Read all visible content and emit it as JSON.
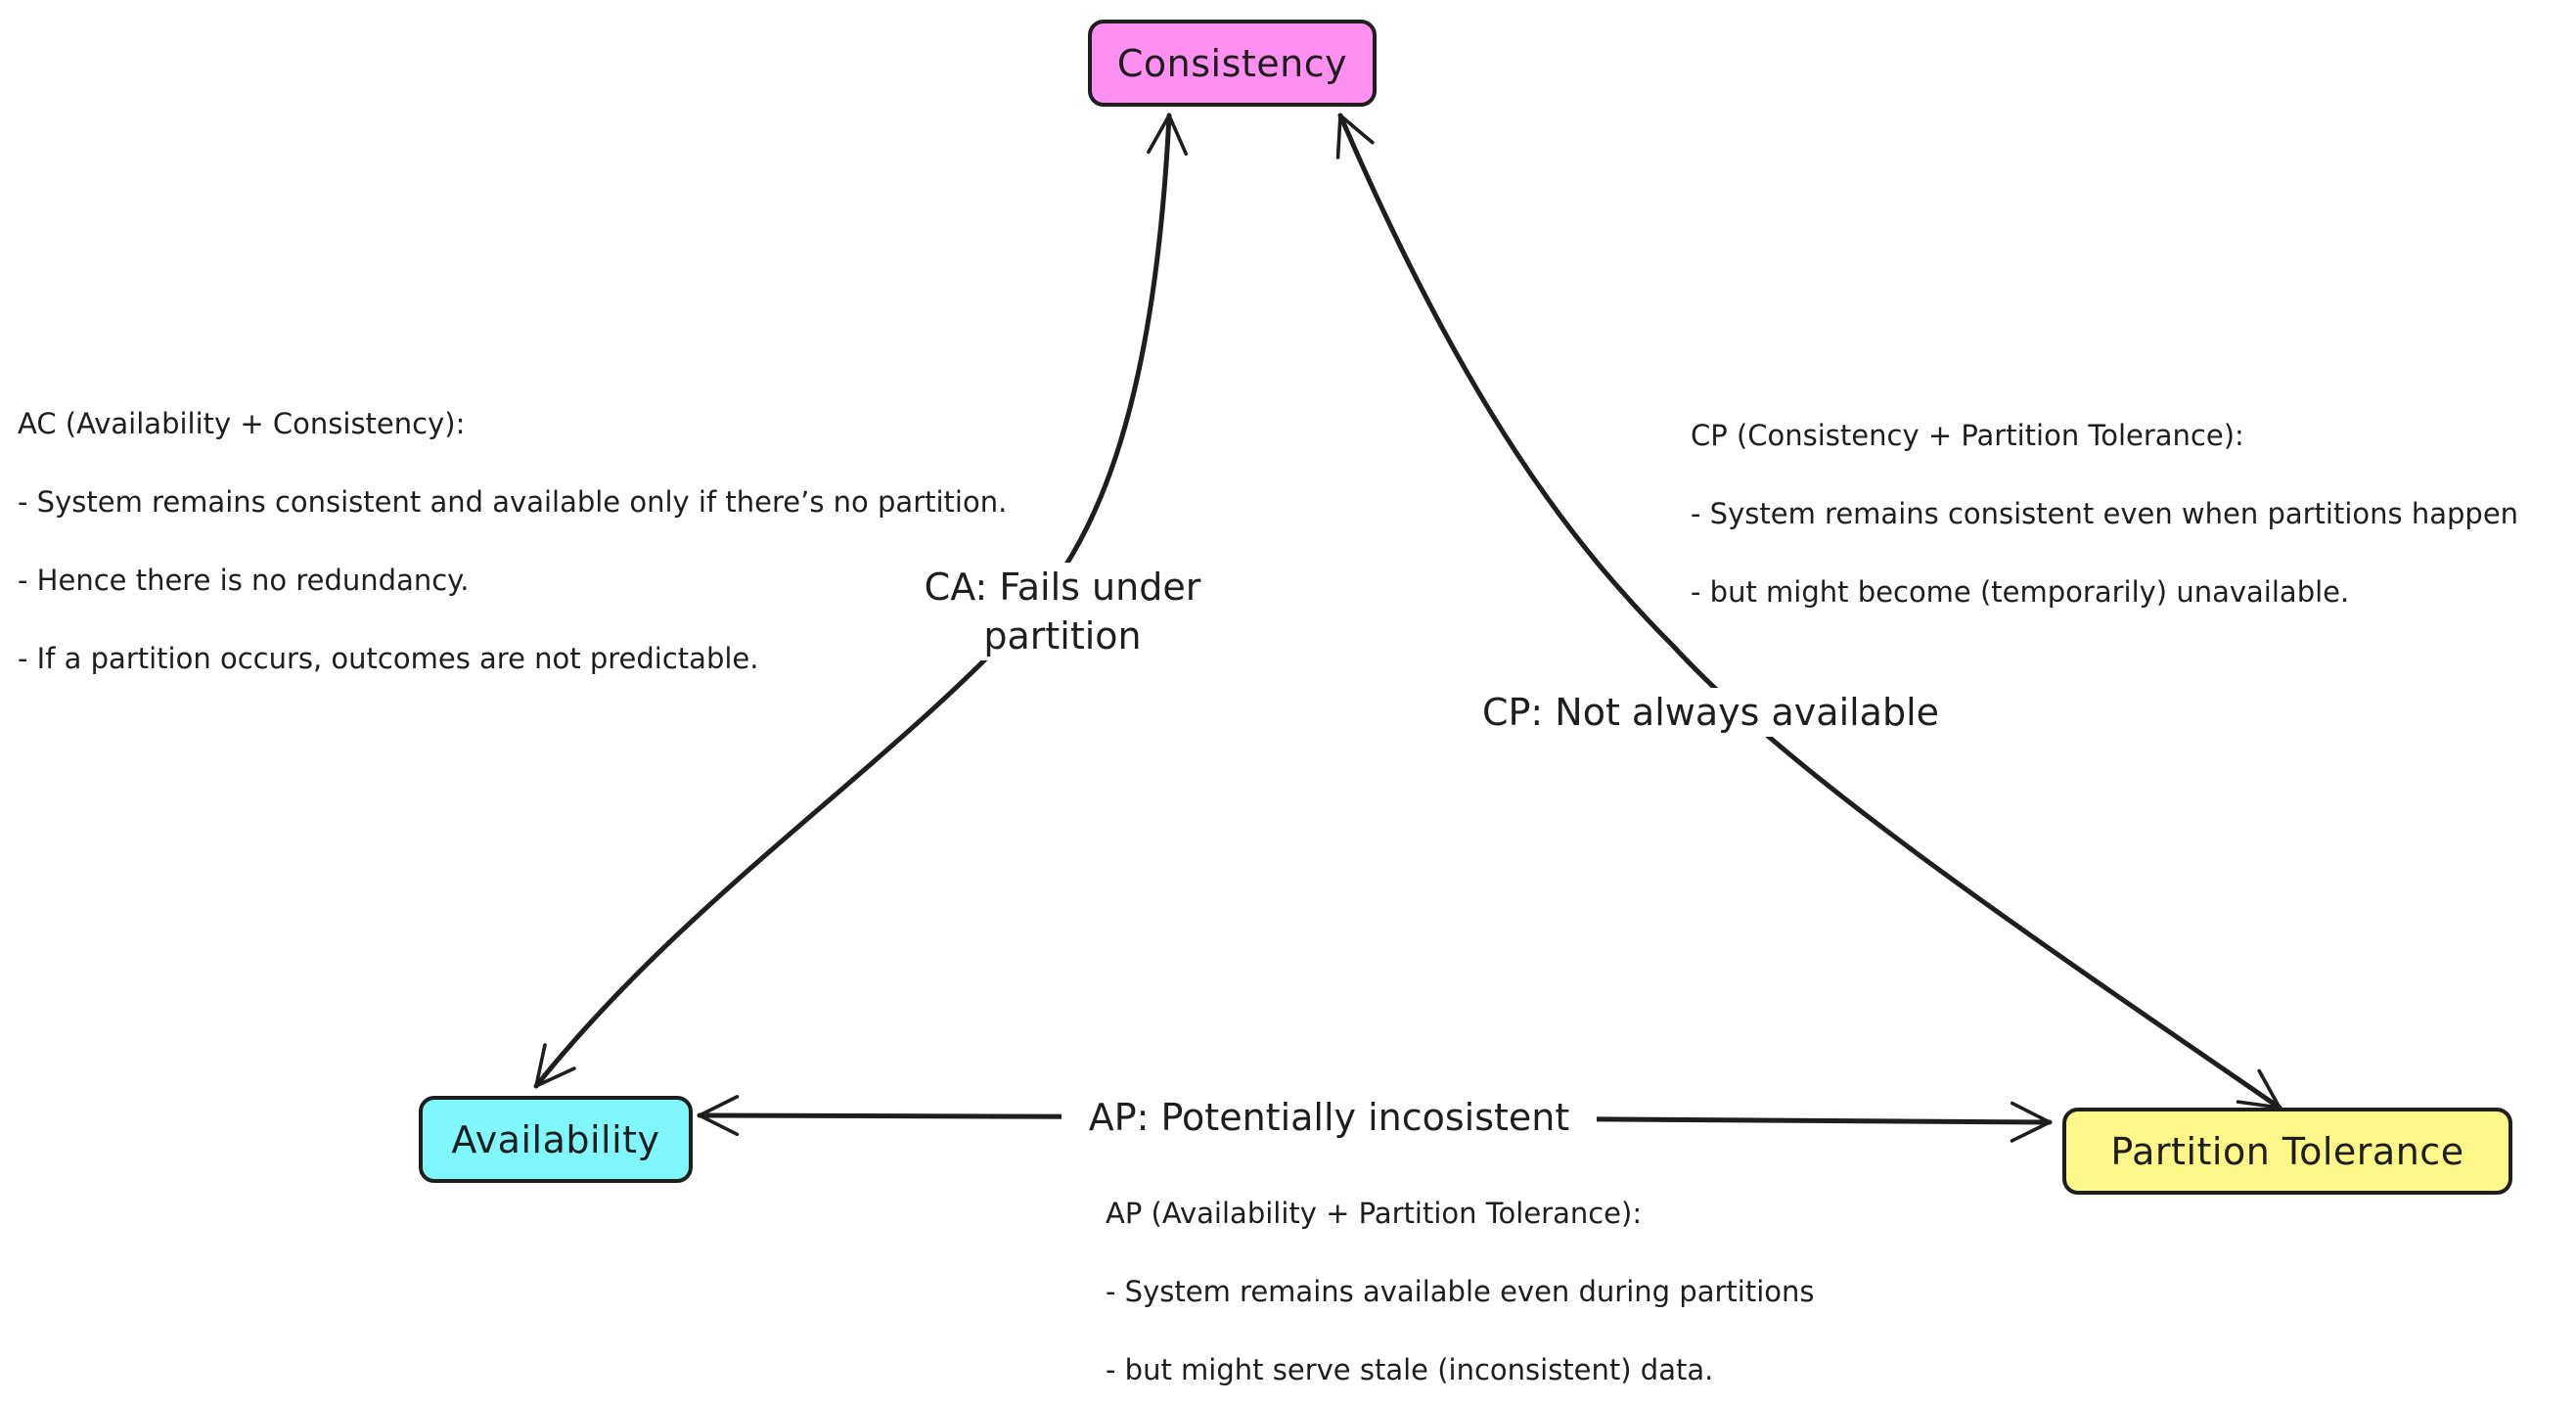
{
  "nodes": {
    "consistency": {
      "label": "Consistency",
      "color": "#ff8ff1"
    },
    "availability": {
      "label": "Availability",
      "color": "#80f7fd"
    },
    "partition_tolerance": {
      "label": "Partition Tolerance",
      "color": "#fdf688"
    }
  },
  "edges": {
    "ca": {
      "label_line1": "CA: Fails under",
      "label_line2": "partition"
    },
    "cp": {
      "label": "CP: Not always available"
    },
    "ap": {
      "label": "AP: Potentially incosistent"
    }
  },
  "notes": {
    "ac": {
      "title": "AC (Availability + Consistency):",
      "lines": [
        "- System remains consistent and available only if there’s no partition.",
        "- Hence there is no redundancy.",
        "- If a partition occurs, outcomes are not predictable."
      ]
    },
    "cp": {
      "title": "CP (Consistency + Partition Tolerance):",
      "lines": [
        "- System remains consistent even when partitions happen",
        "- but might become (temporarily) unavailable."
      ]
    },
    "ap": {
      "title": "AP (Availability + Partition Tolerance):",
      "lines": [
        "- System remains available even during partitions",
        "- but might serve stale (inconsistent) data."
      ]
    }
  },
  "colors": {
    "stroke": "#1e1e1e",
    "background": "#ffffff"
  }
}
